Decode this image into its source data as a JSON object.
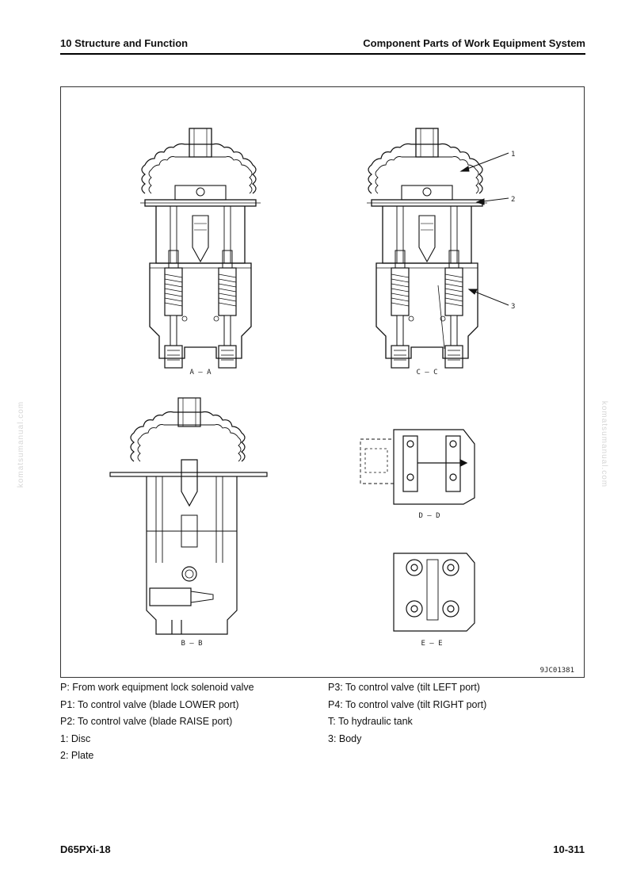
{
  "header": {
    "left": "10 Structure and Function",
    "right": "Component Parts of Work Equipment System"
  },
  "figure": {
    "views": {
      "aa": "A – A",
      "cc": "C – C",
      "bb": "B – B",
      "dd": "D – D",
      "ee": "E – E"
    },
    "callouts": [
      "1",
      "2",
      "3"
    ],
    "code": "9JC01381"
  },
  "legend": {
    "left": [
      "P: From work equipment lock solenoid valve",
      "P1: To control valve (blade LOWER port)",
      "P2: To control valve (blade RAISE port)",
      "1: Disc",
      "2: Plate"
    ],
    "right": [
      "P3: To control valve (tilt LEFT port)",
      "P4: To control valve (tilt RIGHT port)",
      "T: To hydraulic tank",
      "3: Body"
    ]
  },
  "footer": {
    "left": "D65PXi-18",
    "right": "10-311"
  },
  "watermark": "komatsumanual.com"
}
